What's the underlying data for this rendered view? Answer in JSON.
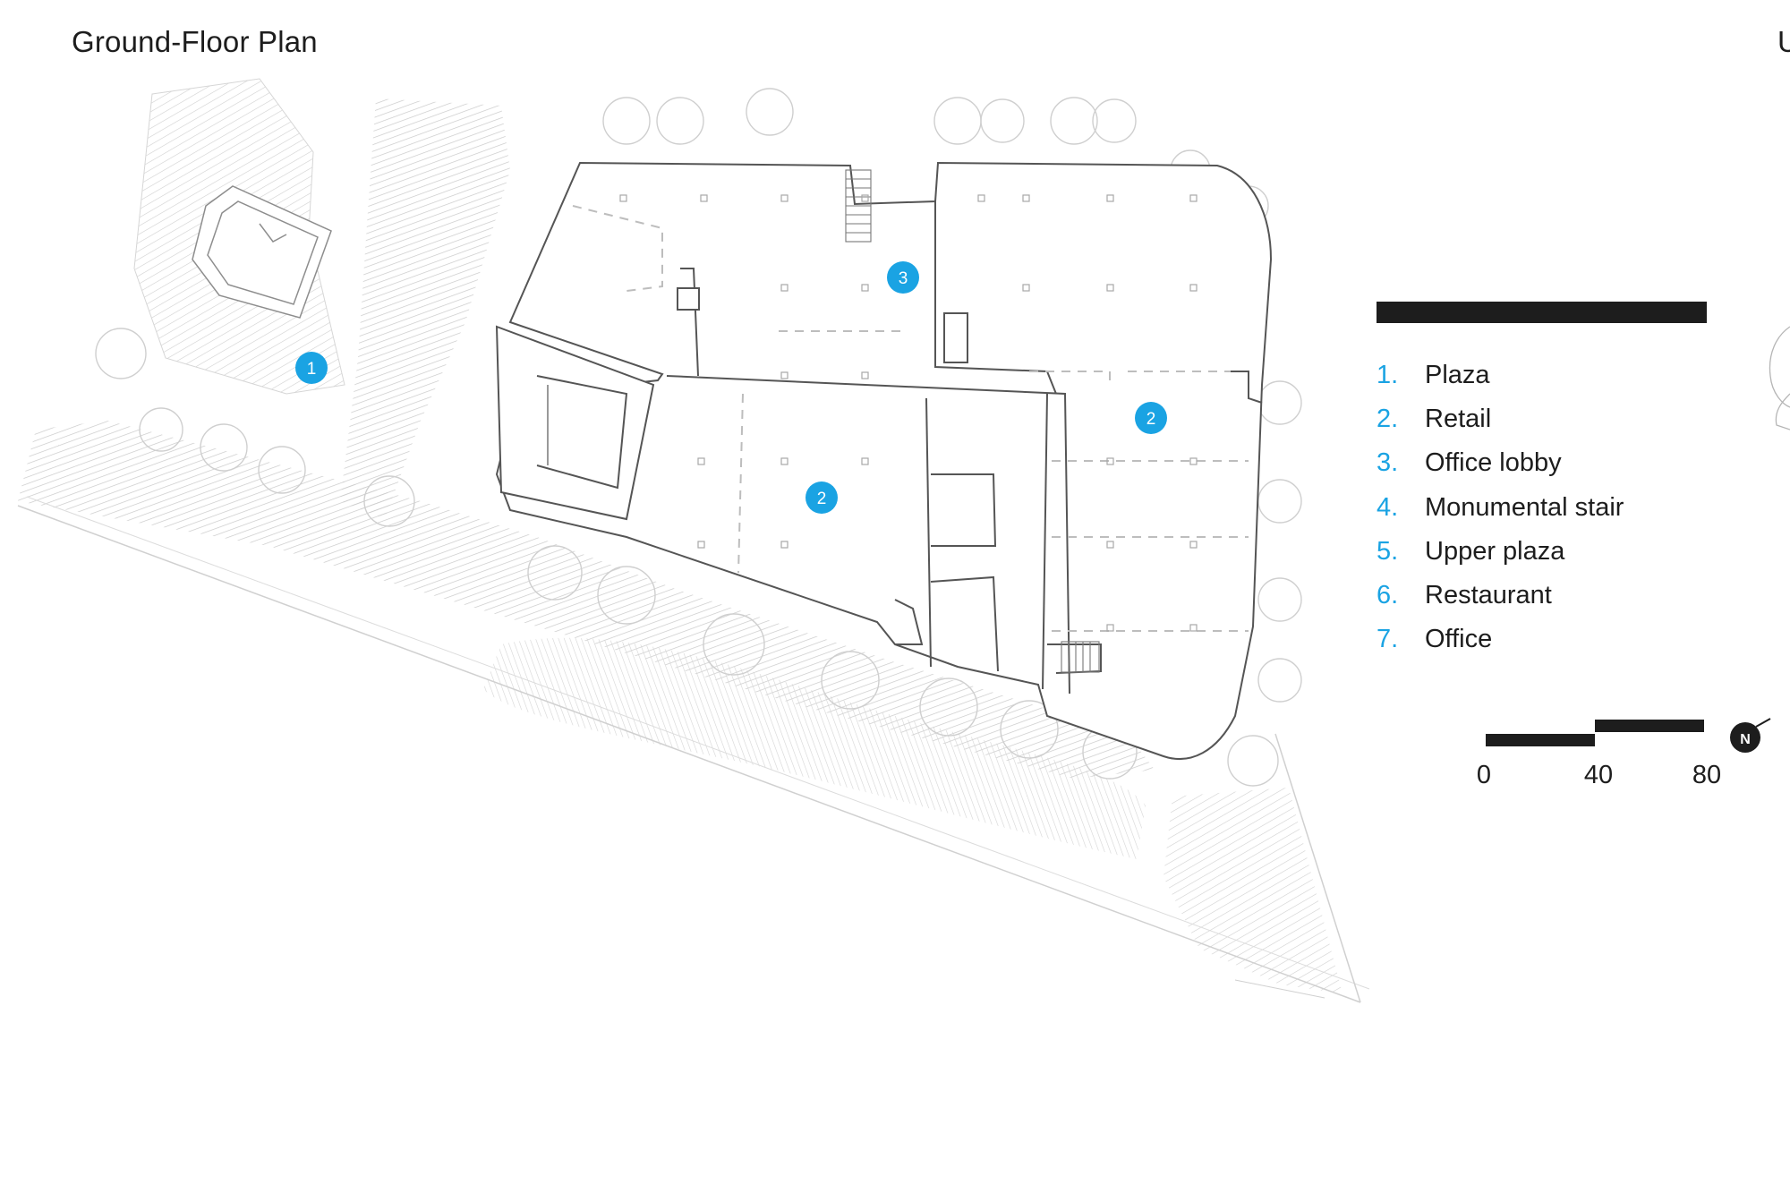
{
  "title": "Ground-Floor Plan",
  "cut_text": "U",
  "accent_color": "#1aa3e3",
  "markers": [
    {
      "label": "1"
    },
    {
      "label": "3"
    },
    {
      "label": "2"
    },
    {
      "label": "2"
    }
  ],
  "legend": {
    "items": [
      {
        "num": "1.",
        "label": "Plaza"
      },
      {
        "num": "2.",
        "label": "Retail"
      },
      {
        "num": "3.",
        "label": "Office lobby"
      },
      {
        "num": "4.",
        "label": "Monumental stair"
      },
      {
        "num": "5.",
        "label": "Upper plaza"
      },
      {
        "num": "6.",
        "label": "Restaurant"
      },
      {
        "num": "7.",
        "label": "Office"
      }
    ]
  },
  "scale": {
    "labels": [
      "0",
      "40",
      "80"
    ]
  },
  "north": {
    "label": "N"
  }
}
